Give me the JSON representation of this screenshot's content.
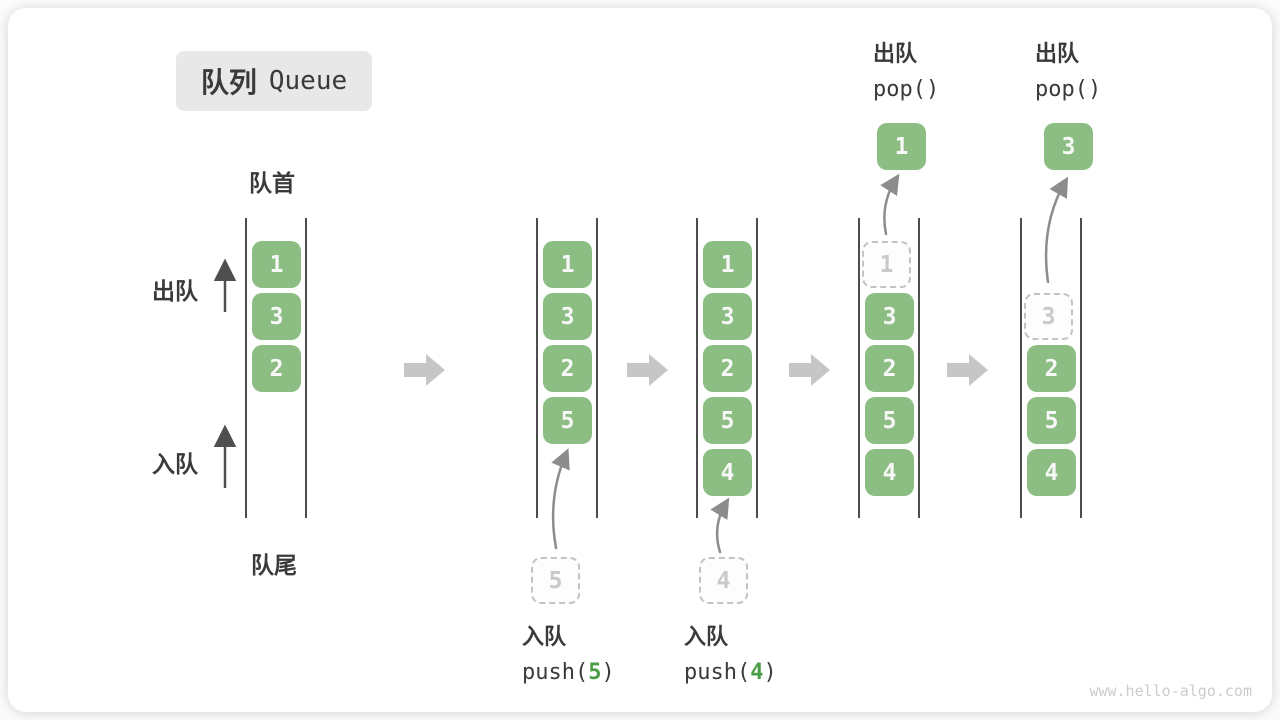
{
  "title": {
    "zh": "队列",
    "en": "Queue"
  },
  "labels": {
    "front": "队首",
    "rear": "队尾",
    "dequeue": "出队",
    "enqueue": "入队"
  },
  "watermark": "www.hello-algo.com",
  "colors": {
    "cell_green": "#8cbe84",
    "code_green": "#4a9d44",
    "block_arrow_gray": "#c6c6c6",
    "dashed_gray": "#c3c3c3",
    "curve_arrow_gray": "#8c8c8c"
  },
  "states": [
    {
      "queue": [
        "1",
        "3",
        "2"
      ]
    },
    {
      "queue": [
        "1",
        "3",
        "2",
        "5"
      ],
      "pending": "5",
      "op": {
        "action": "入队",
        "pre": "push(",
        "arg": "5",
        "post": ")"
      }
    },
    {
      "queue": [
        "1",
        "3",
        "2",
        "5",
        "4"
      ],
      "pending": "4",
      "op": {
        "action": "入队",
        "pre": "push(",
        "arg": "4",
        "post": ")"
      }
    },
    {
      "queue": [
        "3",
        "2",
        "5",
        "4"
      ],
      "removed": "1",
      "popped": "1",
      "op": {
        "action": "出队",
        "pre": "pop()",
        "arg": "",
        "post": ""
      }
    },
    {
      "queue": [
        "2",
        "5",
        "4"
      ],
      "removed": "3",
      "popped": "3",
      "op": {
        "action": "出队",
        "pre": "pop()",
        "arg": "",
        "post": ""
      }
    }
  ]
}
